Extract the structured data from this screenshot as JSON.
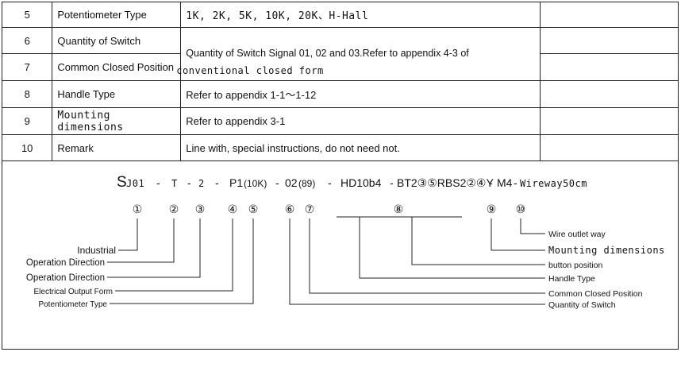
{
  "rows": [
    {
      "num": "5",
      "name": "Potentiometer Type",
      "desc": "1K, 2K, 5K, 10K, 20K、H-Hall"
    },
    {
      "num": "6",
      "name": "Quantity of Switch",
      "desc_line1": "Quantity of Switch Signal 01, 02 and 03.Refer to appendix 4-3 of"
    },
    {
      "num": "7",
      "name": "Common Closed Position",
      "desc_line2": "conventional closed form"
    },
    {
      "num": "8",
      "name": "Handle Type",
      "desc": "Refer to appendix 1-1～1-12"
    },
    {
      "num": "9",
      "name": "Mounting dimensions",
      "desc": "Refer to appendix 3-1"
    },
    {
      "num": "10",
      "name": "Remark",
      "desc": "Line with, special instructions, do not need not."
    }
  ],
  "model_code": {
    "prefix_s": "S",
    "j01": "J01",
    "dash1": "-",
    "t": "T",
    "dash2": "-",
    "two": "2",
    "dash3": "-",
    "p1": "P1",
    "p1_paren": "(10K)",
    "dash4": "-",
    "o2": "02",
    "o2_paren": "(89)",
    "dash5": "-",
    "handle": "HD10b4",
    "dash6": "-",
    "bt": "BT2③⑤RBS2②④Y",
    "dash7": "-",
    "m4": "M4",
    "dash8": "-",
    "wire": "Wireway50cm"
  },
  "markers": [
    "①",
    "②",
    "③",
    "④",
    "⑤",
    "⑥",
    "⑦",
    "⑧",
    "⑨",
    "⑩"
  ],
  "left_labels": [
    "Industrial",
    "Operation Direction",
    "Operation Direction",
    "Electrical Output Form",
    "Potentiometer Type"
  ],
  "right_labels": [
    "Wire outlet way",
    "Mounting dimensions",
    "button position",
    "Handle Type",
    "Common Closed Position",
    "Quantity of Switch"
  ]
}
